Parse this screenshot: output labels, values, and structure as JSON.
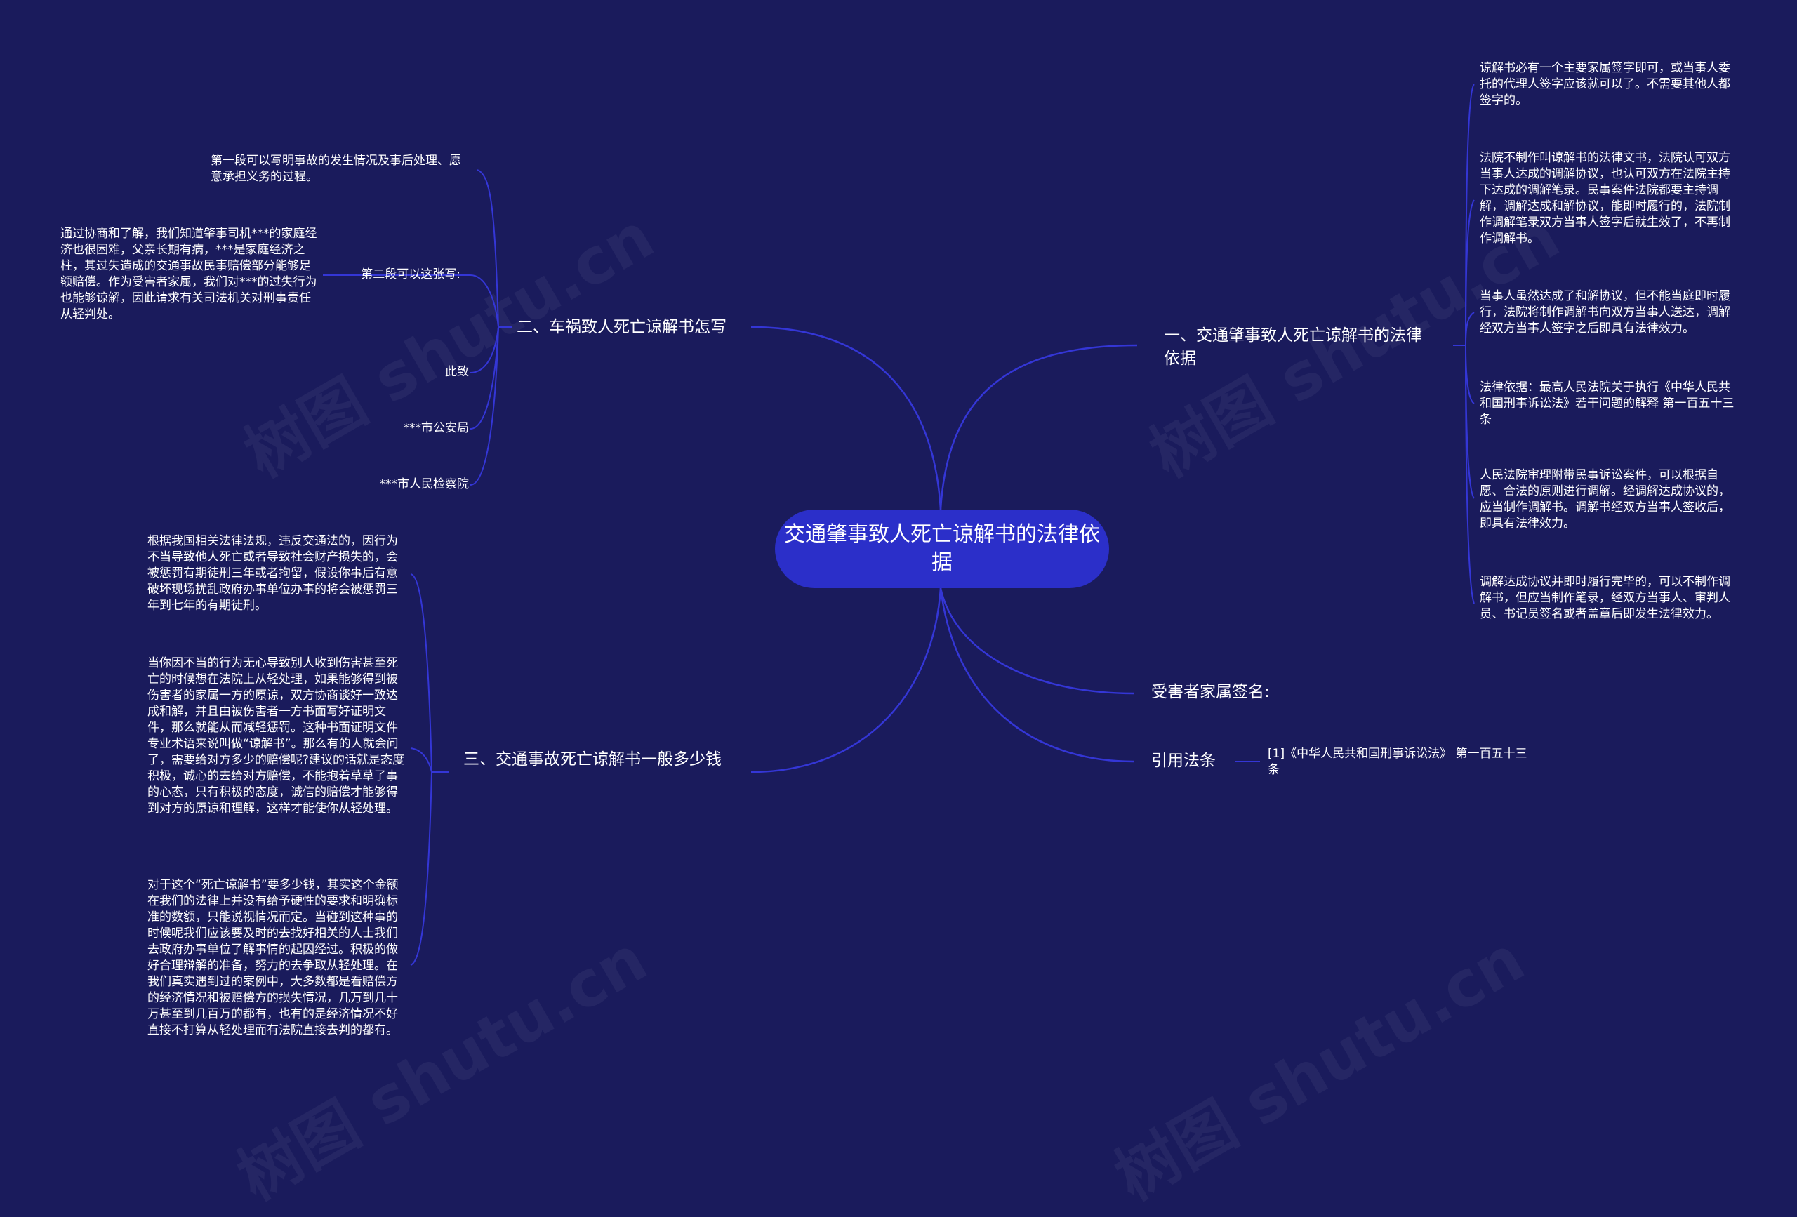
{
  "watermark": "树图 shutu.cn",
  "colors": {
    "background": "#1a1b5c",
    "root_fill": "#2b2fc9",
    "link": "#3436d6",
    "text": "#ffffff"
  },
  "root": {
    "label": "交通肇事致人死亡谅解书的法律依据"
  },
  "branches": {
    "b1": {
      "label": "一、交通肇事致人死亡谅解书的法律依据",
      "leaves": [
        "谅解书必有一个主要家属签字即可，或当事人委托的代理人签字应该就可以了。不需要其他人都签字的。",
        "法院不制作叫谅解书的法律文书，法院认可双方当事人达成的调解协议，也认可双方在法院主持下达成的调解笔录。民事案件法院都要主持调解，调解达成和解协议，能即时履行的，法院制作调解笔录双方当事人签字后就生效了，不再制作调解书。",
        "当事人虽然达成了和解协议，但不能当庭即时履行，法院将制作调解书向双方当事人送达，调解经双方当事人签字之后即具有法律效力。",
        "法律依据：最高人民法院关于执行《中华人民共和国刑事诉讼法》若干问题的解释 第一百五十三条",
        "人民法院审理附带民事诉讼案件，可以根据自愿、合法的原则进行调解。经调解达成协议的，应当制作调解书。调解书经双方当事人签收后，即具有法律效力。",
        "调解达成协议并即时履行完毕的，可以不制作调解书，但应当制作笔录，经双方当事人、审判人员、书记员签名或者盖章后即发生法律效力。"
      ]
    },
    "b2": {
      "label": "二、车祸致人死亡谅解书怎写",
      "leaves": {
        "para1": "第一段可以写明事故的发生情况及事后处理、愿意承担义务的过程。",
        "para2": "第二段可以这张写:",
        "para2_detail": "通过协商和了解，我们知道肇事司机***的家庭经济也很困难，父亲长期有病，***是家庭经济之柱，其过失造成的交通事故民事赔偿部分能够足额赔偿。作为受害者家属，我们对***的过失行为也能够谅解，因此请求有关司法机关对刑事责任从轻判处。",
        "cizhi": "此致",
        "police": "***市公安局",
        "procuratorate": "***市人民检察院"
      }
    },
    "b3": {
      "label": "三、交通事故死亡谅解书一般多少钱",
      "leaves": [
        "根据我国相关法律法规，违反交通法的，因行为不当导致他人死亡或者导致社会财产损失的，会被惩罚有期徒刑三年或者拘留，假设你事后有意破坏现场扰乱政府办事单位办事的将会被惩罚三年到七年的有期徒刑。",
        "当你因不当的行为无心导致别人收到伤害甚至死亡的时候想在法院上从轻处理，如果能够得到被伤害者的家属一方的原谅，双方协商谈好一致达成和解，并且由被伤害者一方书面写好证明文件，那么就能从而减轻惩罚。这种书面证明文件专业术语来说叫做“谅解书”。那么有的人就会问了，需要给对方多少的赔偿呢?建议的话就是态度积极，诚心的去给对方赔偿，不能抱着草草了事的心态，只有积极的态度，诚信的赔偿才能够得到对方的原谅和理解，这样才能使你从轻处理。",
        "对于这个“死亡谅解书”要多少钱，其实这个金额在我们的法律上并没有给予硬性的要求和明确标准的数额，只能说视情况而定。当碰到这种事的时候呢我们应该要及时的去找好相关的人士我们去政府办事单位了解事情的起因经过。积极的做好合理辩解的准备，努力的去争取从轻处理。在我们真实遇到过的案例中，大多数都是看赔偿方的经济情况和被赔偿方的损失情况，几万到几十万甚至到几百万的都有，也有的是经济情况不好直接不打算从轻处理而有法院直接去判的都有。"
      ]
    },
    "b4": {
      "label": "受害者家属签名:"
    },
    "b5": {
      "label": "引用法条",
      "leaves": [
        "[1]《中华人民共和国刑事诉讼法》 第一百五十三条"
      ]
    }
  }
}
